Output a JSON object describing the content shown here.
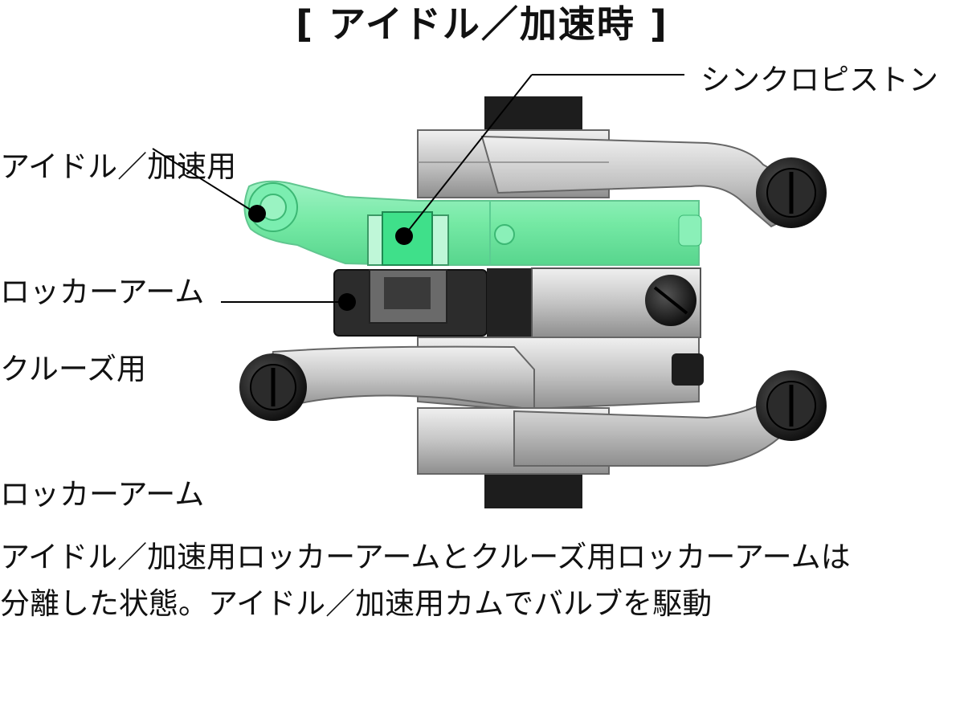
{
  "title": "[ アイドル／加速時 ]",
  "labels": {
    "idle_rocker_line1": "アイドル／加速用",
    "idle_rocker_line2": "ロッカーアーム",
    "sync_piston": "シンクロピストン",
    "cruise_rocker_line1": "クルーズ用",
    "cruise_rocker_line2": "ロッカーアーム"
  },
  "caption": {
    "line1": "アイドル／加速用ロッカーアームとクルーズ用ロッカーアームは",
    "line2": "分離した状態。アイドル／加速用カムでバルブを駆動"
  },
  "colors": {
    "highlight_green": "#6ee8a0",
    "piston_green": "#3fe08a",
    "metal_light": "#d6d6d6",
    "metal_mid": "#a8a8a8",
    "metal_dark": "#2a2a2a"
  }
}
